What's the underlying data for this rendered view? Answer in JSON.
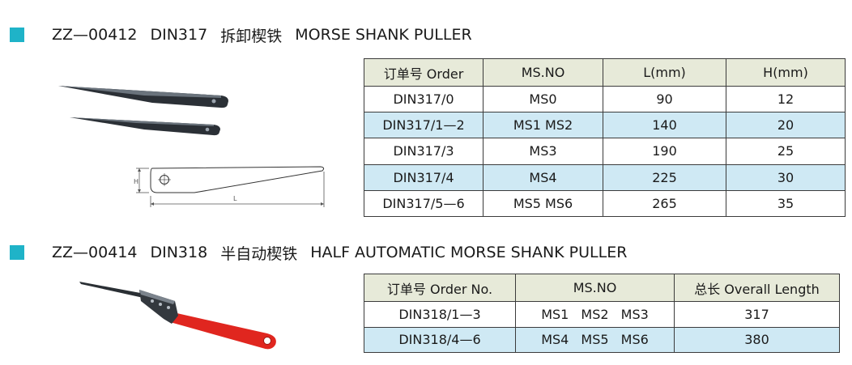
{
  "section1": {
    "code": "ZZ—00412",
    "din": "DIN317",
    "name_cn": "拆卸楔铁",
    "name_en": "MORSE SHANK PULLER",
    "headers": [
      "订单号 Order",
      "MS.NO",
      "L(mm)",
      "H(mm)"
    ],
    "rows": [
      {
        "order": "DIN317/0",
        "ms": "MS0",
        "l": "90",
        "h": "12",
        "highlight": false
      },
      {
        "order": "DIN317/1—2",
        "ms": "MS1 MS2",
        "l": "140",
        "h": "20",
        "highlight": true
      },
      {
        "order": "DIN317/3",
        "ms": "MS3",
        "l": "190",
        "h": "25",
        "highlight": false
      },
      {
        "order": "DIN317/4",
        "ms": "MS4",
        "l": "225",
        "h": "30",
        "highlight": true
      },
      {
        "order": "DIN317/5—6",
        "ms": "MS5 MS6",
        "l": "265",
        "h": "35",
        "highlight": false
      }
    ],
    "drawing_labels": {
      "h": "H",
      "l": "L"
    }
  },
  "section2": {
    "code": "ZZ—00414",
    "din": "DIN318",
    "name_cn": "半自动楔铁",
    "name_en": "HALF AUTOMATIC MORSE SHANK PULLER",
    "headers": [
      "订单号 Order No.",
      "MS.NO",
      "总长 Overall Length"
    ],
    "rows": [
      {
        "order": "DIN318/1—3",
        "ms": "MS1 MS2 MS3",
        "length": "317",
        "highlight": false
      },
      {
        "order": "DIN318/4—6",
        "ms": "MS4 MS5 MS6",
        "length": "380",
        "highlight": true
      }
    ]
  },
  "colors": {
    "accent_square": "#1fb3c8",
    "header_bg": "#e7ead9",
    "row_highlight": "#cfe9f4",
    "handle_red": "#e0261f"
  }
}
